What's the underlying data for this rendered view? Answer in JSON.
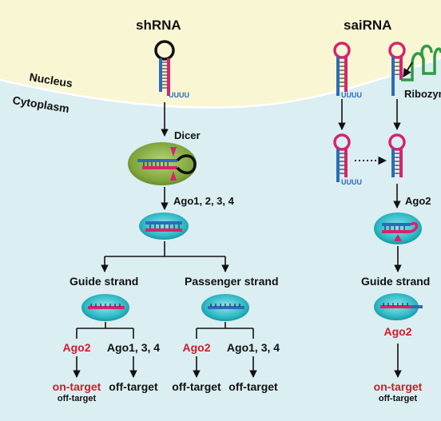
{
  "titles": {
    "left": "shRNA",
    "right": "saiRNA"
  },
  "compartments": {
    "nucleus": "Nucleus",
    "cytoplasm": "Cytoplasm"
  },
  "labels": {
    "dicer": "Dicer",
    "ribozyme": "Ribozyme",
    "ago_all": "Ago1, 2, 3, 4",
    "ago2": "Ago2",
    "guide_left": "Guide strand",
    "passenger": "Passenger strand",
    "guide_right": "Guide strand",
    "uuuu": "UUUU"
  },
  "branches": {
    "guide": {
      "ago2": "Ago2",
      "ago134": "Ago1, 3, 4",
      "on": "on-target",
      "off_small": "off-target",
      "off": "off-target"
    },
    "passenger": {
      "ago2": "Ago2",
      "ago134": "Ago1, 3, 4",
      "off_a": "off-target",
      "off_b": "off-target"
    },
    "sai": {
      "ago2": "Ago2",
      "on": "on-target",
      "off_small": "off-target"
    }
  },
  "colors": {
    "nucleus_bg": "#f9f6d4",
    "cytoplasm_bg": "#dbeef2",
    "rna_blue": "#2b6cb8",
    "rna_pink": "#d6246c",
    "loop_black": "#111111",
    "ribozyme_green": "#2e9b45",
    "dicer_green": "#7da43c",
    "ago_teal": "#27b8c4",
    "label_red": "#c8202a"
  }
}
